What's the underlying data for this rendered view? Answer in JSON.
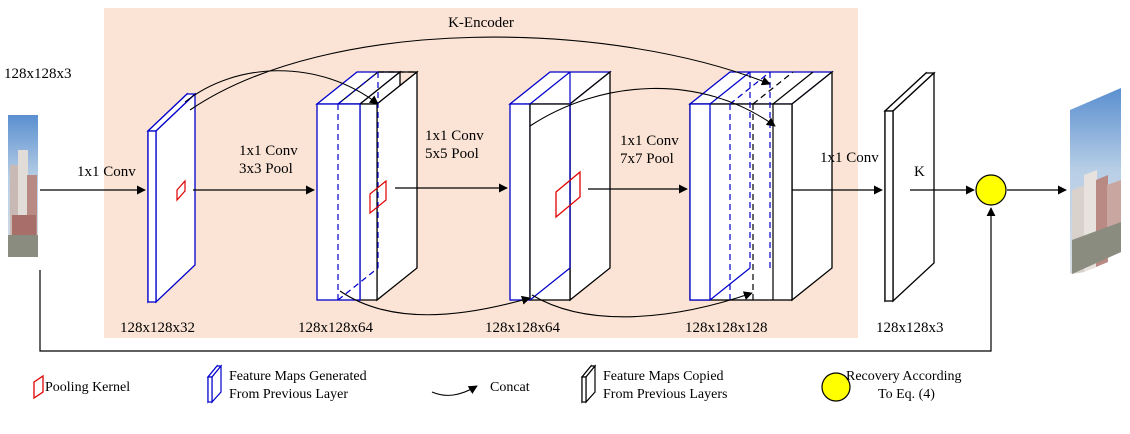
{
  "encoder": {
    "title": "K-Encoder",
    "background": "#fbe4d5"
  },
  "colors": {
    "blue": "#0000cc",
    "red": "#e00000",
    "black": "#000000",
    "yellow": "#ffff00"
  },
  "input": {
    "size": "128x128x3"
  },
  "stages": {
    "conv1": "1x1 Conv",
    "b1": {
      "line1": "1x1 Conv",
      "line2": "3x3 Pool"
    },
    "b2": {
      "line1": "1x1 Conv",
      "line2": "5x5 Pool"
    },
    "b3": {
      "line1": "1x1 Conv",
      "line2": "7x7 Pool"
    },
    "conv_out": "1x1 Conv",
    "k": "K"
  },
  "dims": {
    "d1": "128x128x32",
    "d2": "128x128x64",
    "d3": "128x128x64",
    "d4": "128x128x128",
    "d5": "128x128x3"
  },
  "legend": {
    "pooling": "Pooling Kernel",
    "generated": {
      "line1": "Feature Maps Generated",
      "line2": "From Previous Layer"
    },
    "concat": "Concat",
    "copied": {
      "line1": "Feature Maps Copied",
      "line2": "From Previous Layers"
    },
    "recovery": {
      "line1": "Recovery According",
      "line2": "To Eq. (4)"
    }
  },
  "icons": [
    "input-image",
    "output-image",
    "pooling-kernel-icon",
    "feature-map-generated-icon",
    "concat-arrow-icon",
    "feature-map-copied-icon",
    "recovery-circle-icon"
  ]
}
